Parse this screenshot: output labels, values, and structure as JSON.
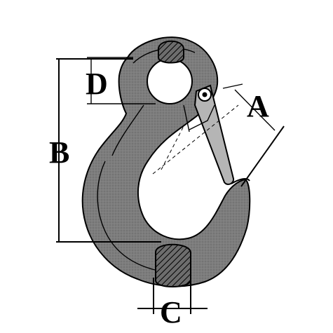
{
  "diagram": {
    "labels": {
      "a": "A",
      "b": "B",
      "c": "C",
      "d": "D"
    },
    "colors": {
      "body": "#7d7d7d",
      "outline": "#000000",
      "highlight": "#b5b5b5",
      "background": "#ffffff"
    }
  }
}
